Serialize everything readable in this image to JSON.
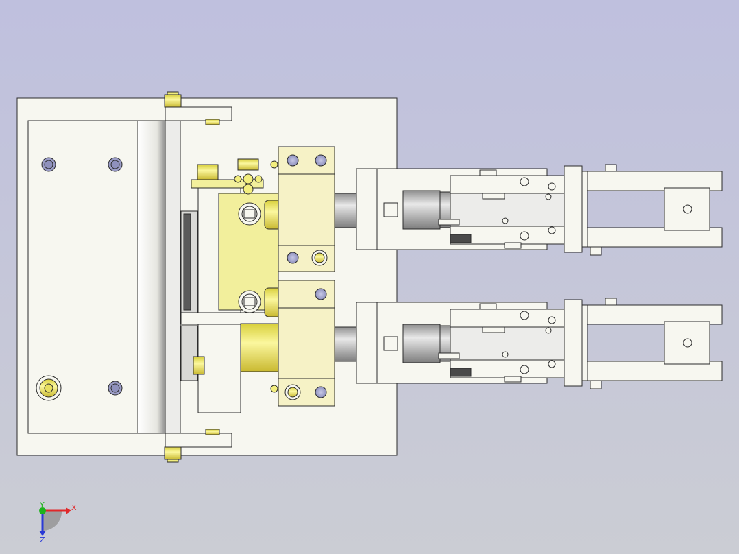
{
  "viewport": {
    "background_top": "#bfc0de",
    "background_bottom": "#cbcdd4"
  },
  "colors": {
    "part_fill": "#f7f7f0",
    "part_stroke": "#2b2b2b",
    "brass_fill": "#f2ee7e",
    "brass_dark": "#c9b930",
    "steel": "#c2c2c2",
    "hole": "#9ea0c8"
  },
  "triad": {
    "x_label": "X",
    "y_label": "Y",
    "z_label": "Z",
    "x_color": "#e0282a",
    "y_color": "#1db31d",
    "z_color": "#2a3ad6"
  }
}
